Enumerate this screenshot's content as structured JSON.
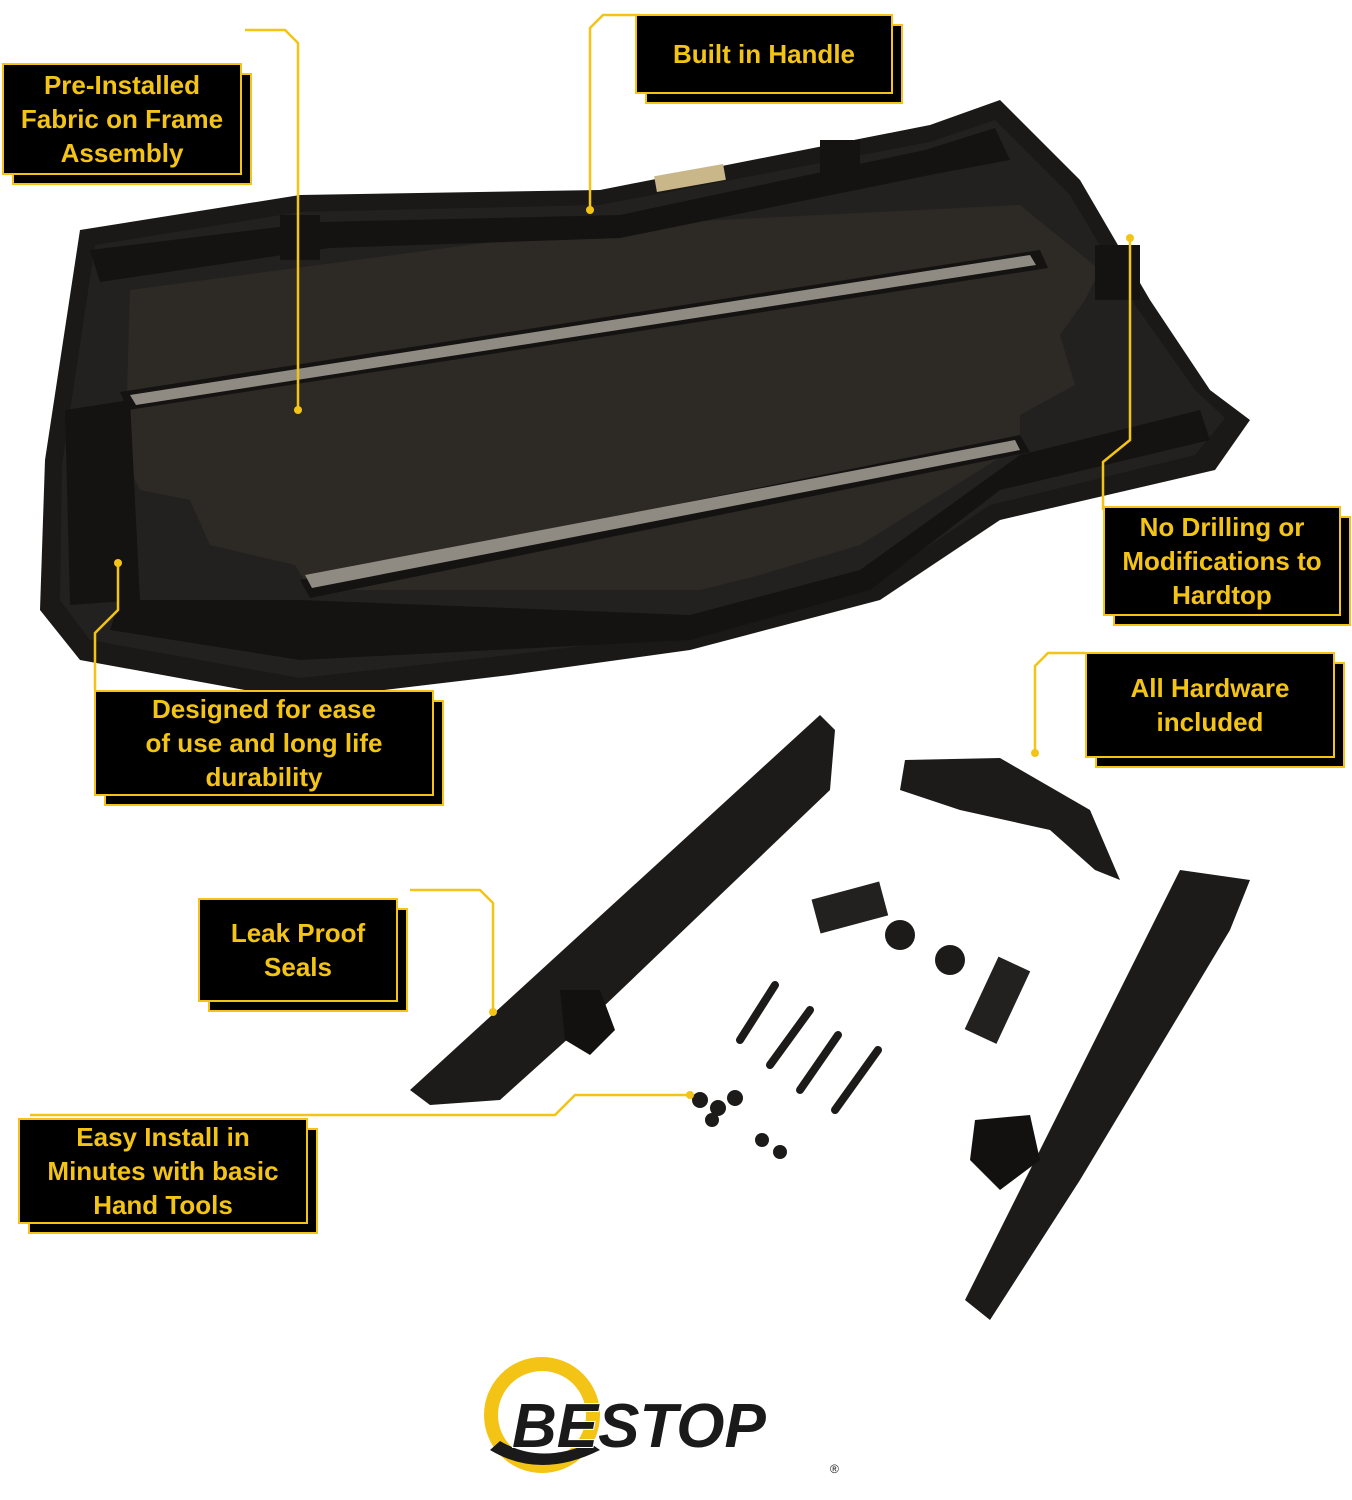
{
  "colors": {
    "accent": "#f3c416",
    "callout_bg": "#000000",
    "product": "#1c1b1a",
    "panel": "#2d2925",
    "strip": "#8f8a82",
    "background": "#ffffff"
  },
  "callouts": {
    "fabric": "Pre-Installed\nFabric on Frame\nAssembly",
    "handle": "Built in Handle",
    "no_drilling": "No Drilling or\nModifications to\nHardtop",
    "hardware": "All Hardware\nincluded",
    "durability": "Designed for ease\nof use and long life\ndurability",
    "seals": "Leak Proof\nSeals",
    "install": "Easy Install in\nMinutes with basic\nHand Tools"
  },
  "logo": {
    "brand": "BESTOP",
    "mark": "®",
    "icon": "bestop-swoosh-logo"
  }
}
